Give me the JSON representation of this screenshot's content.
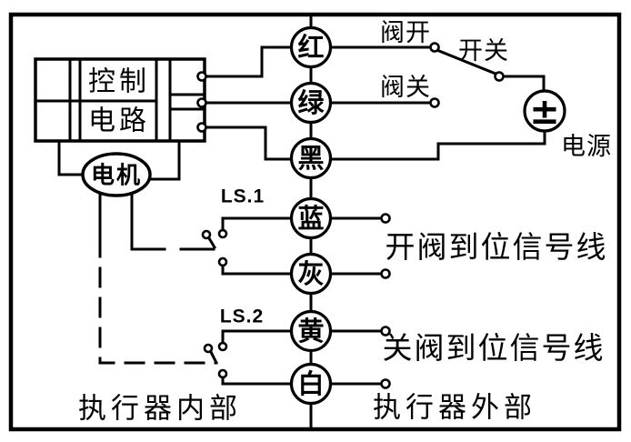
{
  "colors": {
    "line": "#000000",
    "background": "#ffffff"
  },
  "control_box": {
    "line1": "控制",
    "line2": "电路"
  },
  "motor": {
    "label": "电机"
  },
  "wires": [
    {
      "name": "red",
      "label": "红"
    },
    {
      "name": "green",
      "label": "绿"
    },
    {
      "name": "black",
      "label": "黑"
    },
    {
      "name": "blue",
      "label": "蓝"
    },
    {
      "name": "gray",
      "label": "灰"
    },
    {
      "name": "yellow",
      "label": "黄"
    },
    {
      "name": "white",
      "label": "白"
    }
  ],
  "power": {
    "symbol": "±",
    "label": "电源"
  },
  "switch_labels": {
    "valve_open": "阀开",
    "valve_close": "阀关",
    "switch": "开关"
  },
  "limit_switches": {
    "ls1": "LS.1",
    "ls2": "LS.2"
  },
  "signal_labels": {
    "open_in_place": "开阀到位信号线",
    "close_in_place": "关阀到位信号线"
  },
  "zone_labels": {
    "internal": "执行器内部",
    "external": "执行器外部"
  }
}
